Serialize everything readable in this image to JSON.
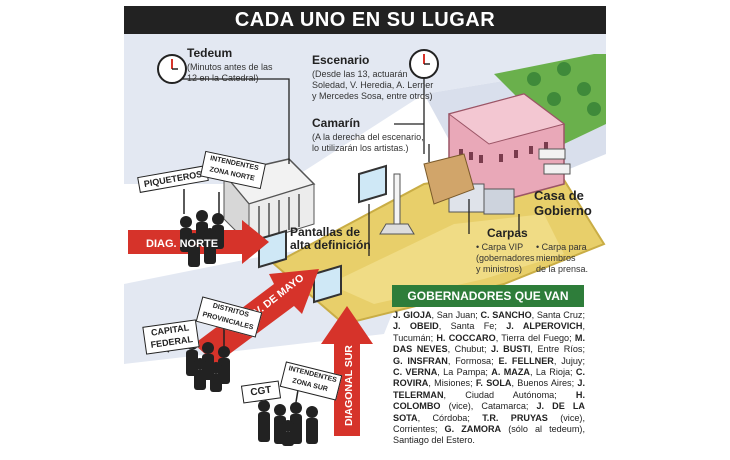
{
  "title": "CADA UNO EN SU LUGAR",
  "tedeum": {
    "label": "Tedeum",
    "note": [
      "(Minutos antes de las",
      "12 en la Catedral)"
    ]
  },
  "escenario": {
    "label": "Escenario",
    "note": [
      "(Desde las 13, actuarán",
      "Soledad, V. Heredia, A. Lerner",
      "y Mercedes Sosa, entre otros)"
    ]
  },
  "camarin": {
    "label": "Camarín",
    "note": [
      "(A la derecha del escenario,",
      "lo utilizarán los artistas.)"
    ]
  },
  "pantallas": {
    "label": [
      "Pantallas de",
      "alta definición"
    ]
  },
  "casa": {
    "label": [
      "Casa de",
      "Gobierno"
    ]
  },
  "carpas": {
    "label": "Carpas",
    "vip": [
      "• Carpa VIP",
      "(gobernadores",
      "y ministros)"
    ],
    "prensa": [
      "• Carpa para",
      "miembros",
      "de la prensa."
    ]
  },
  "streets": {
    "diag_norte": "DIAG. NORTE",
    "av_mayo": "AV. DE MAYO",
    "diag_sur": "DIAGONAL SUR"
  },
  "groups": {
    "piqueteros": "PIQUETEROS",
    "intendentes_norte": [
      "INTENDENTES",
      "ZONA NORTE"
    ],
    "capital_federal": [
      "CAPITAL",
      "FEDERAL"
    ],
    "distritos": [
      "DISTRITOS",
      "PROVINCIALES"
    ],
    "cgt": "CGT",
    "intendentes_sur": [
      "INTENDENTES",
      "ZONA SUR"
    ]
  },
  "gobernadores": {
    "header": "GOBERNADORES QUE VAN",
    "entries": [
      {
        "name": "J. GIOJA",
        "place": "San Juan"
      },
      {
        "name": "C. SANCHO",
        "place": "Santa Cruz"
      },
      {
        "name": "J. OBEID",
        "place": "Santa Fe"
      },
      {
        "name": "J. ALPEROVICH",
        "place": "Tucumán"
      },
      {
        "name": "H. COCCARO",
        "place": "Tierra del Fuego"
      },
      {
        "name": "M. DAS NEVES",
        "place": "Chubut"
      },
      {
        "name": "J. BUSTI",
        "place": "Entre Ríos"
      },
      {
        "name": "G. INSFRAN",
        "place": "Formosa"
      },
      {
        "name": "E. FELLNER",
        "place": "Jujuy"
      },
      {
        "name": "C. VERNA",
        "place": "La Pampa"
      },
      {
        "name": "A. MAZA",
        "place": "La Rioja"
      },
      {
        "name": "C. ROVIRA",
        "place": "Misiones"
      },
      {
        "name": "F. SOLA",
        "place": "Buenos Aires"
      },
      {
        "name": "J. TELERMAN",
        "place": "Ciudad Autónoma"
      },
      {
        "name": "H. COLOMBO",
        "place": "(vice), Catamarca"
      },
      {
        "name": "J. DE LA SOTA",
        "place": "Córdoba"
      },
      {
        "name": "T.R. PRUYAS",
        "place": "(vice), Corrientes"
      },
      {
        "name": "G. ZAMORA",
        "place": "(sólo al tedeum), Santiago del Estero."
      }
    ]
  },
  "colors": {
    "street_red": "#d6332a",
    "plaza": "#e8cf6a",
    "grass": "#6ab04c",
    "gov_green": "#2e7d3a",
    "road": "#cfd6e6"
  }
}
